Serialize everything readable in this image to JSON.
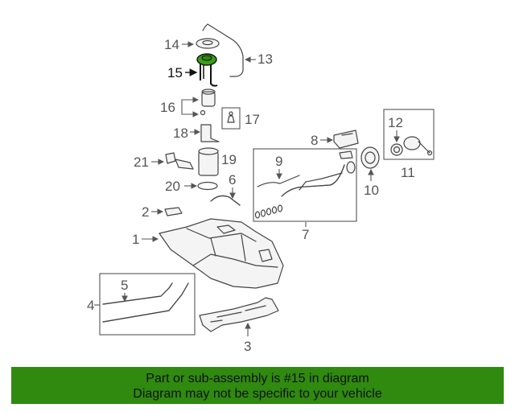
{
  "callouts": {
    "c1": "1",
    "c2": "2",
    "c3": "3",
    "c4": "4",
    "c5": "5",
    "c6": "6",
    "c7": "7",
    "c8": "8",
    "c9": "9",
    "c10": "10",
    "c11": "11",
    "c12": "12",
    "c13": "13",
    "c14": "14",
    "c15": "15",
    "c16": "16",
    "c17": "17",
    "c18": "18",
    "c19": "19",
    "c20": "20",
    "c21": "21"
  },
  "highlight": {
    "part": "15",
    "color": "#2f8a0f"
  },
  "banner": {
    "line1": "Part or sub-assembly is #15 in diagram",
    "line2": "Diagram may not be specific to your vehicle",
    "background": "#2f8a0f"
  }
}
